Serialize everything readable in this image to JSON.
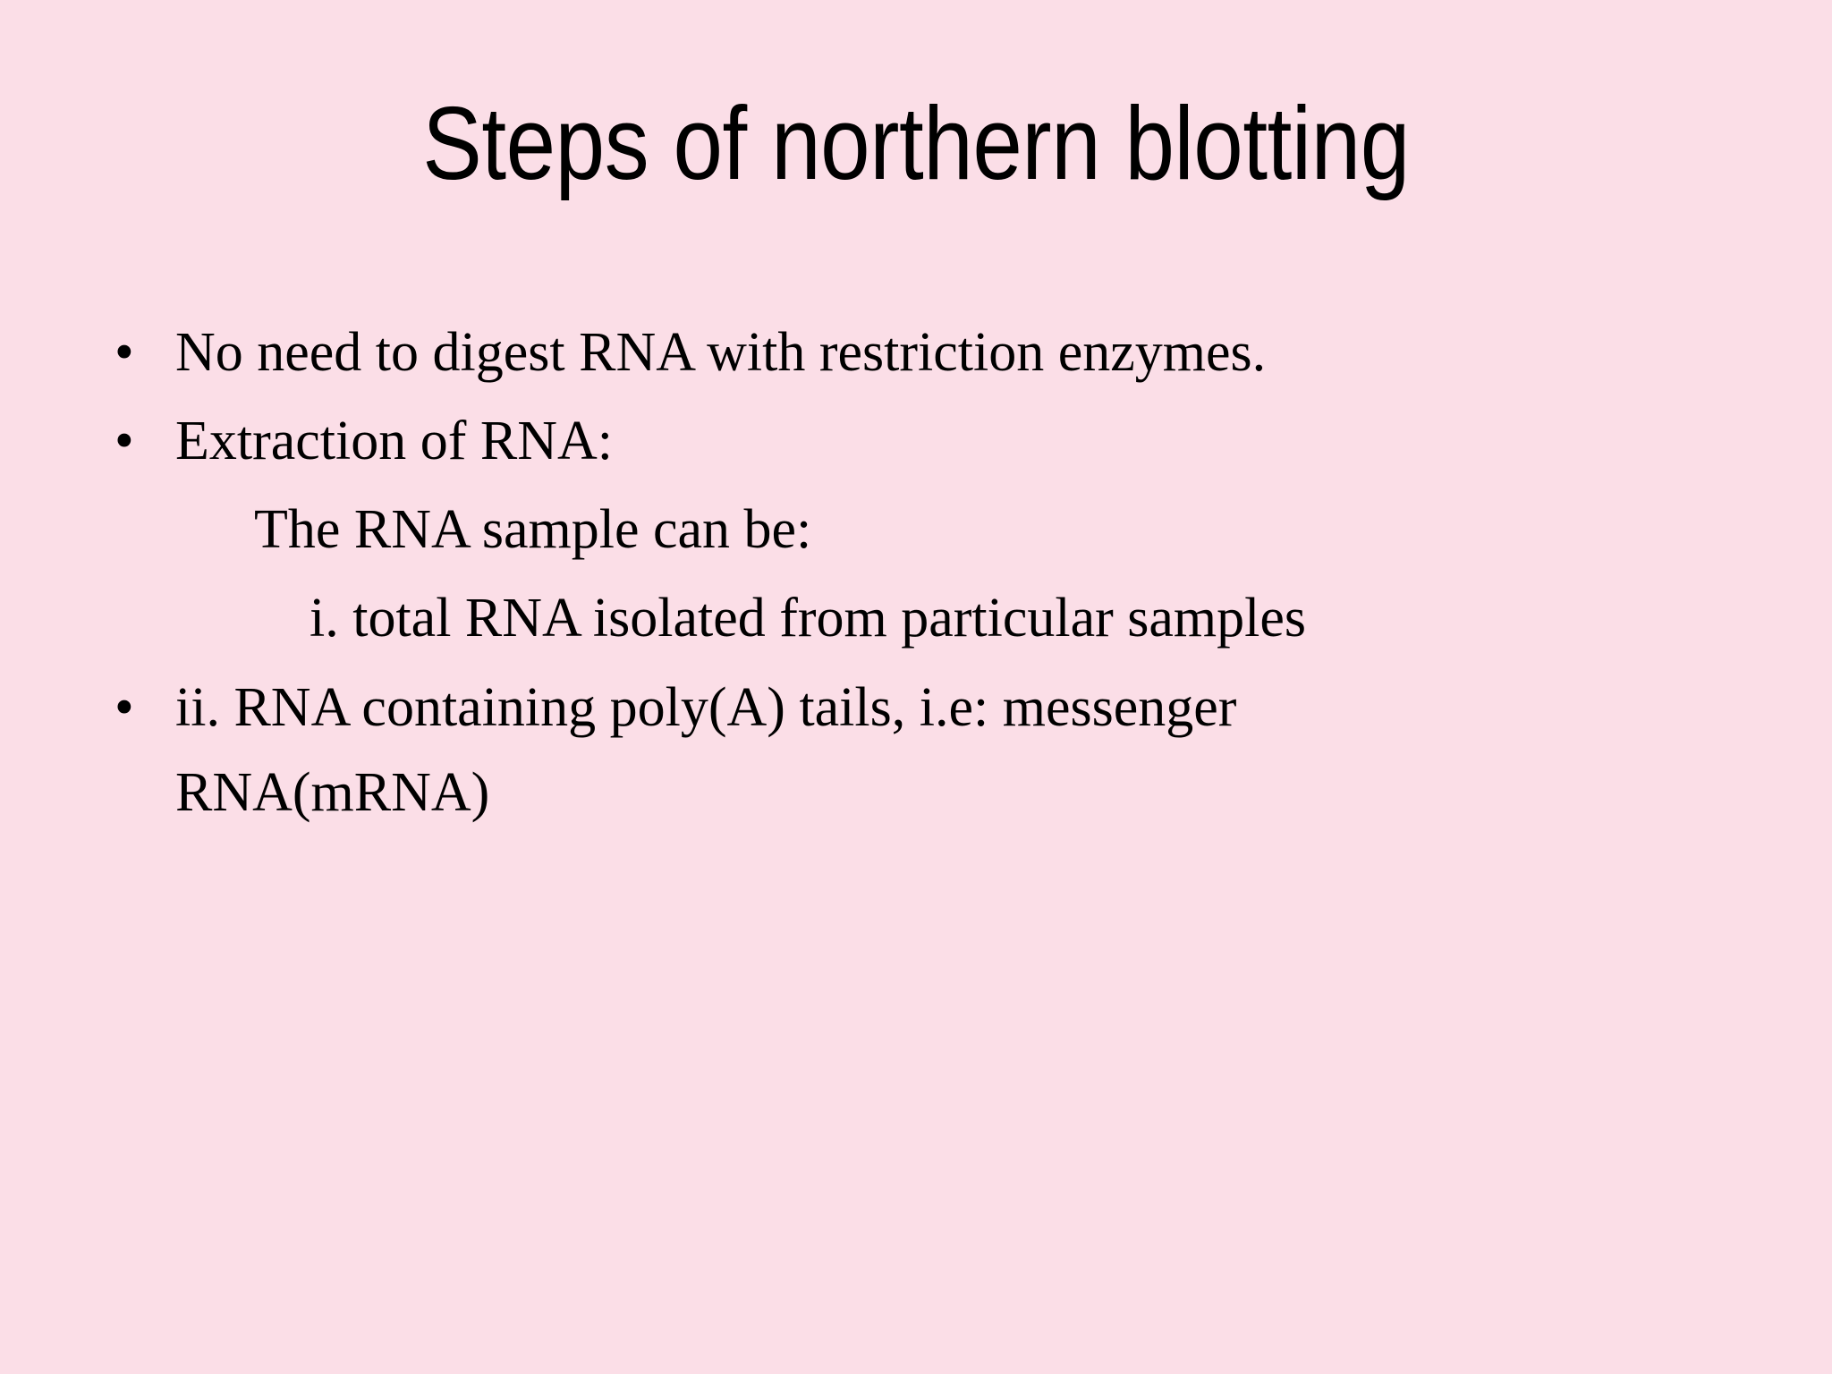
{
  "slide": {
    "background_color": "#fbdee7",
    "text_color": "#000000",
    "title": "Steps of northern blotting",
    "bullet_glyph": "•",
    "body_lines": [
      {
        "text": "No need to digest RNA with restriction enzymes.",
        "bulleted": true,
        "indent": 0
      },
      {
        "text": "Extraction of RNA:",
        "bulleted": true,
        "indent": 0
      },
      {
        "text": "The RNA sample can be:",
        "bulleted": false,
        "indent": 1
      },
      {
        "text": "i. total RNA isolated from particular samples",
        "bulleted": false,
        "indent": 2
      },
      {
        "text": "ii. RNA containing poly(A) tails, i.e: messenger",
        "bulleted": true,
        "indent": 0
      },
      {
        "text": "RNA(mRNA)",
        "bulleted": false,
        "indent": 0,
        "continuation": true
      }
    ]
  }
}
